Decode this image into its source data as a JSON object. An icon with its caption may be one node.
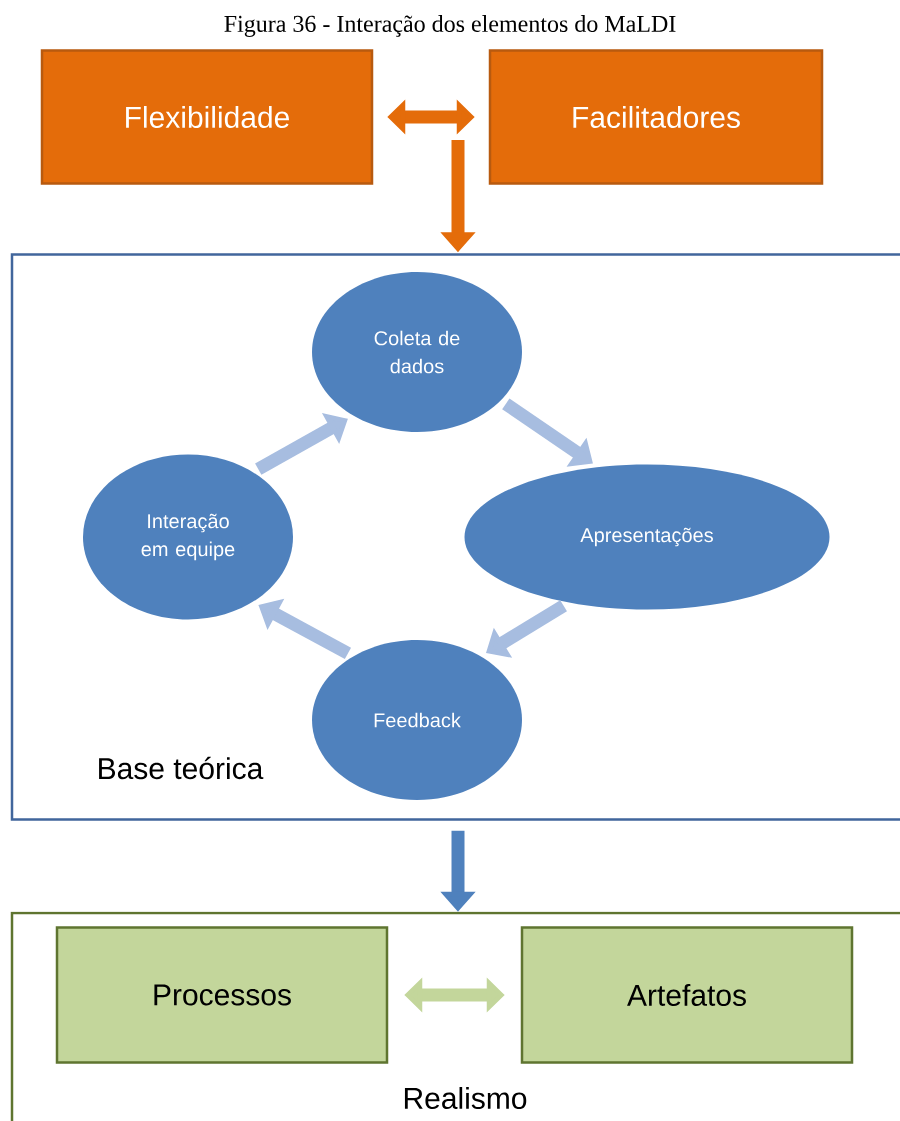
{
  "diagram": {
    "title": "Figura 36 - Interação dos elementos do MaLDI",
    "nodes": [
      {
        "text": [
          "Flexibilidade"
        ]
      },
      {
        "text": [
          "Facilitadores"
        ]
      },
      {
        "text": [
          "Base teórica"
        ]
      },
      {
        "text": [
          "Coleta de dados"
        ],
        "in": 2
      },
      {
        "text": [
          "Apresentações"
        ],
        "in": 2
      },
      {
        "text": [
          "Feedback"
        ],
        "in": 2
      },
      {
        "text": [
          "Interação em equipe"
        ],
        "in": 2
      },
      {
        "text": [
          "Realismo"
        ]
      },
      {
        "text": [
          "Processos"
        ],
        "in": 7
      },
      {
        "text": [
          "Artefatos"
        ],
        "in": 7
      }
    ],
    "edges": [
      {
        "from": 0,
        "to": 1,
        "arrow": "both",
        "color": "#e46c0a"
      },
      {
        "from": null,
        "to": 2,
        "arrow": "to",
        "color": "#e46c0a"
      },
      {
        "from": 3,
        "to": 4,
        "arrow": "to"
      },
      {
        "from": 4,
        "to": 5,
        "arrow": "to"
      },
      {
        "from": 5,
        "to": 6,
        "arrow": "to"
      },
      {
        "from": 6,
        "to": 3,
        "arrow": "to"
      },
      {
        "from": 2,
        "to": 7,
        "arrow": "to",
        "color": "#4f81bd"
      },
      {
        "from": 8,
        "to": 9,
        "arrow": "both",
        "color": "#c3d69b"
      }
    ]
  }
}
